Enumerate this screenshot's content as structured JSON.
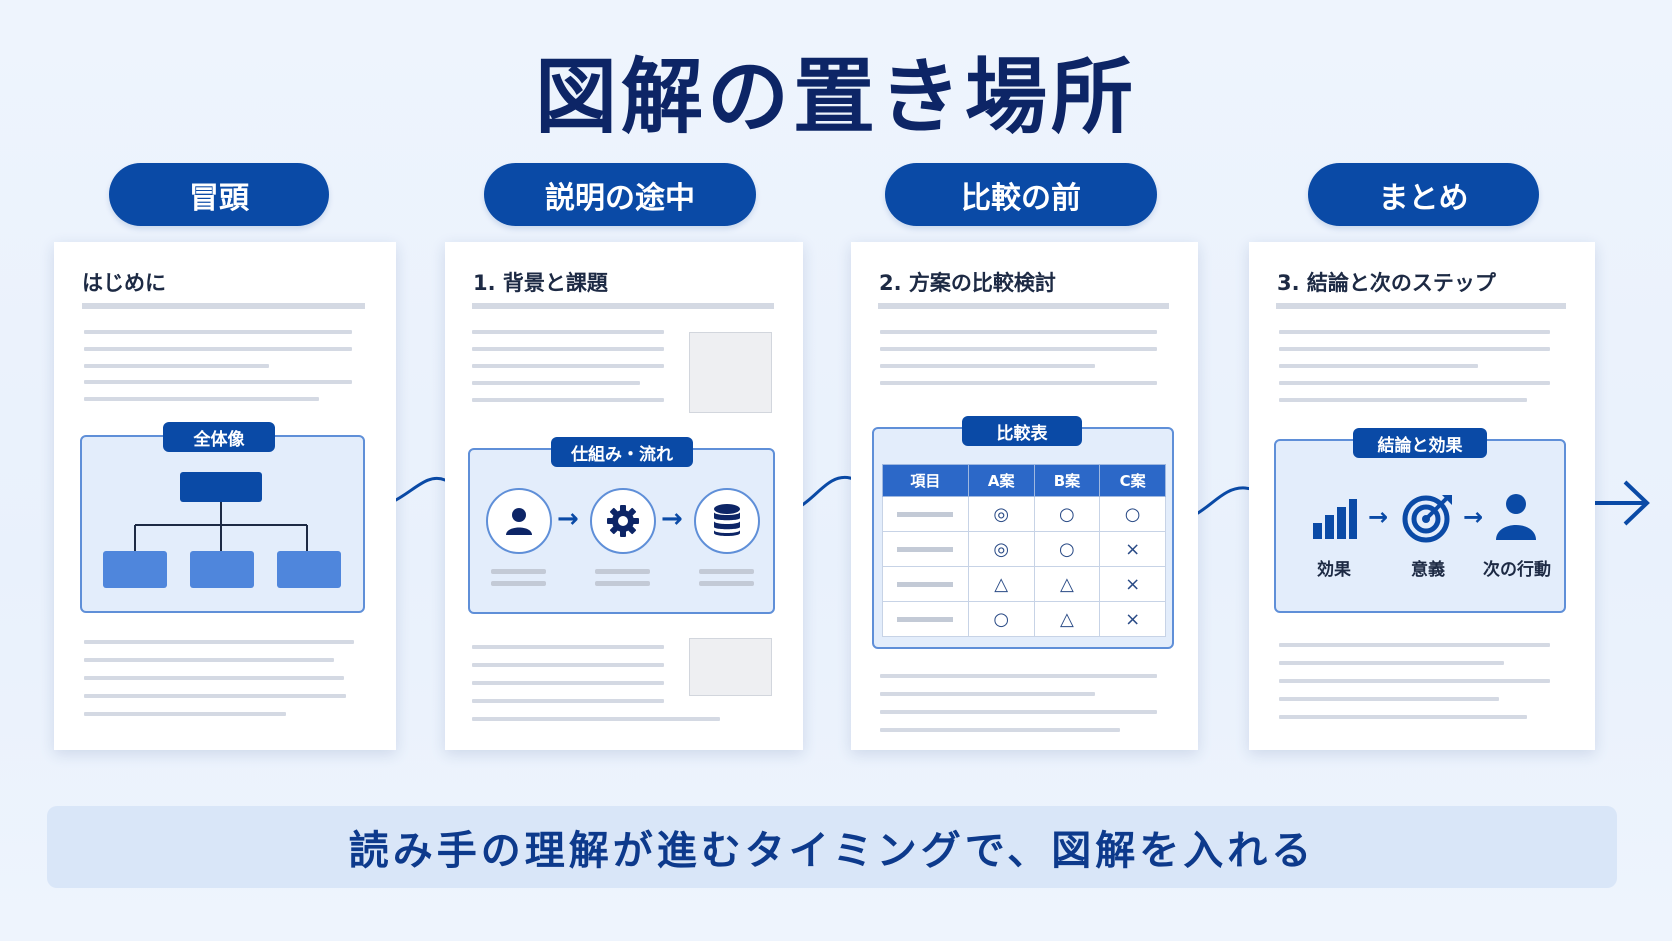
{
  "title": "図解の置き場所",
  "stages": [
    {
      "pill": "冒頭",
      "heading": "はじめに",
      "panel_label": "全体像"
    },
    {
      "pill": "説明の途中",
      "heading": "1. 背景と課題",
      "panel_label": "仕組み・流れ"
    },
    {
      "pill": "比較の前",
      "heading": "2. 方案の比較検討",
      "panel_label": "比較表"
    },
    {
      "pill": "まとめ",
      "heading": "3. 結論と次のステップ",
      "panel_label": "結論と効果"
    }
  ],
  "flow_icons": [
    "user-icon",
    "gear-icon",
    "database-icon"
  ],
  "comparison_table": {
    "headers": [
      "項目",
      "A案",
      "B案",
      "C案"
    ],
    "rows": [
      [
        "",
        "◎",
        "○",
        "○"
      ],
      [
        "",
        "◎",
        "○",
        "×"
      ],
      [
        "",
        "△",
        "△",
        "×"
      ],
      [
        "",
        "○",
        "△",
        "×"
      ]
    ]
  },
  "results": [
    {
      "icon": "bar-chart-icon",
      "label": "効果"
    },
    {
      "icon": "target-icon",
      "label": "意義"
    },
    {
      "icon": "person-icon",
      "label": "次の行動"
    }
  ],
  "banner": "読み手の理解が進むタイミングで、図解を入れる",
  "colors": {
    "primary": "#0a4aa6",
    "panel": "#e3edfb",
    "accent": "#4f86dc",
    "background": "#eef4fd"
  }
}
